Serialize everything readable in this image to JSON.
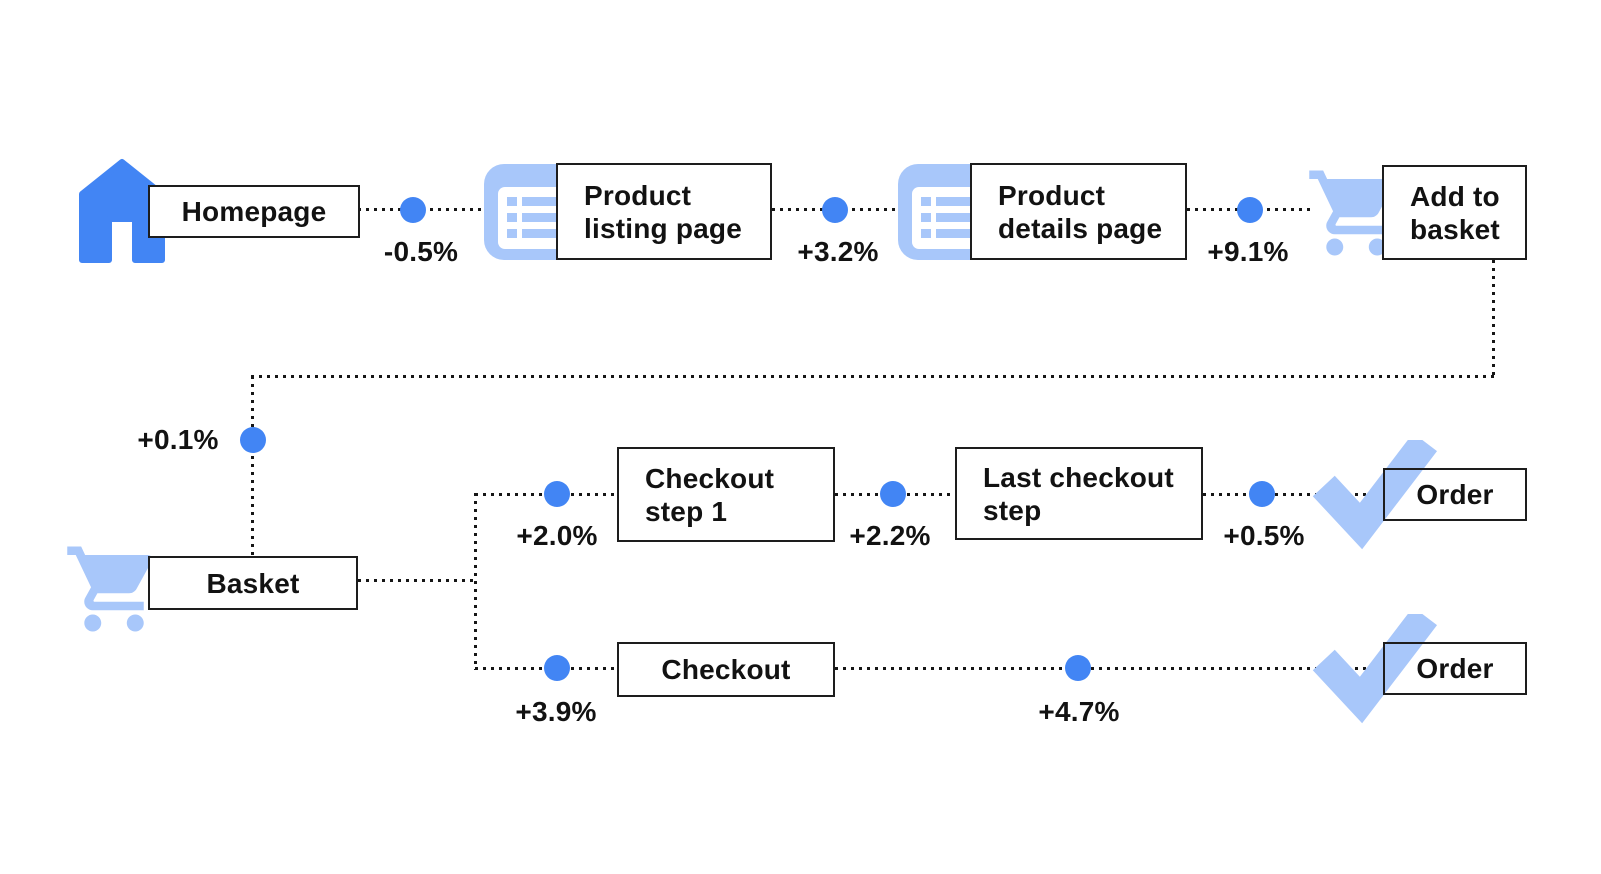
{
  "diagram_name": "ecommerce-funnel-flow",
  "colors": {
    "accent_blue": "#4285F4",
    "accent_light_blue": "#A8C7FA",
    "line_black": "#161616",
    "box_border": "#1d1d1d",
    "background": "#ffffff"
  },
  "nodes": {
    "homepage": {
      "label": "Homepage",
      "icon": "home-icon"
    },
    "product_listing": {
      "label": "Product\nlisting page",
      "icon": "list-page-icon"
    },
    "product_details": {
      "label": "Product\ndetails page",
      "icon": "list-page-icon"
    },
    "add_to_basket": {
      "label": "Add to\nbasket",
      "icon": "cart-icon"
    },
    "basket": {
      "label": "Basket",
      "icon": "cart-icon"
    },
    "checkout_step_1": {
      "label": "Checkout\nstep 1"
    },
    "last_checkout_step": {
      "label": "Last checkout\nstep"
    },
    "order_top": {
      "label": "Order",
      "icon": "check-icon"
    },
    "checkout": {
      "label": "Checkout"
    },
    "order_bottom": {
      "label": "Order",
      "icon": "check-icon"
    }
  },
  "deltas": {
    "to_product_listing": "-0.5%",
    "to_product_details": "+3.2%",
    "to_add_to_basket": "+9.1%",
    "to_basket": "+0.1%",
    "to_checkout_step_1": "+2.0%",
    "to_last_checkout_step": "+2.2%",
    "to_order_top": "+0.5%",
    "to_checkout": "+3.9%",
    "to_order_bottom": "+4.7%"
  }
}
